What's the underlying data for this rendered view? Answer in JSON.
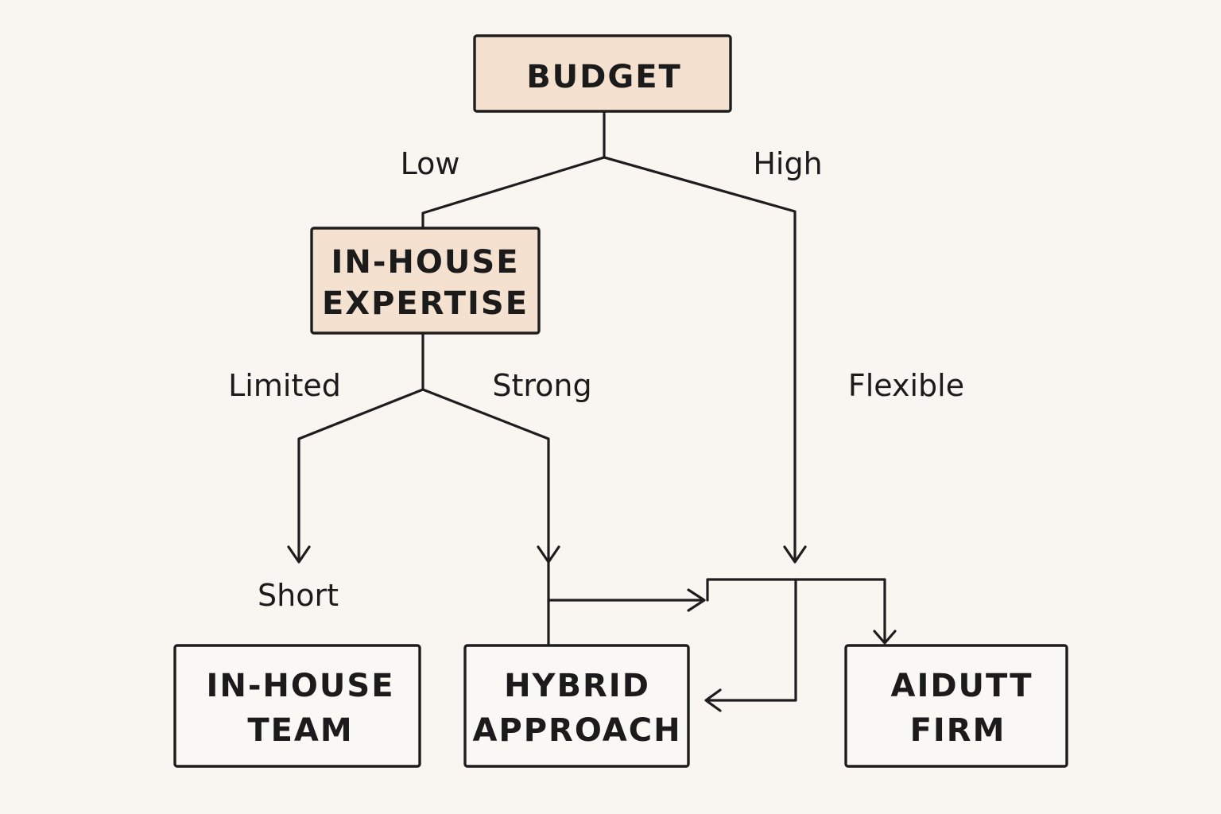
{
  "nodes": {
    "budget": {
      "lines": [
        "BUDGET"
      ]
    },
    "in_house_expertise": {
      "lines": [
        "IN-HOUSE",
        "EXPERTISE"
      ]
    },
    "in_house_team": {
      "lines": [
        "IN-HOUSE",
        "TEAM"
      ]
    },
    "hybrid_approach": {
      "lines": [
        "HYBRID",
        "APPROACH"
      ]
    },
    "aidutt_firm": {
      "lines": [
        "AIDUTT",
        "FIRM"
      ]
    }
  },
  "branch_labels": {
    "low": "Low",
    "high": "High",
    "limited": "Limited",
    "strong": "Strong",
    "flexible": "Flexible",
    "short": "Short"
  },
  "colors": {
    "decision_fill": "#f5e1cf",
    "outcome_fill": "#faf8f4",
    "line": "#1d1d1d",
    "background": "#f9f6f1"
  }
}
